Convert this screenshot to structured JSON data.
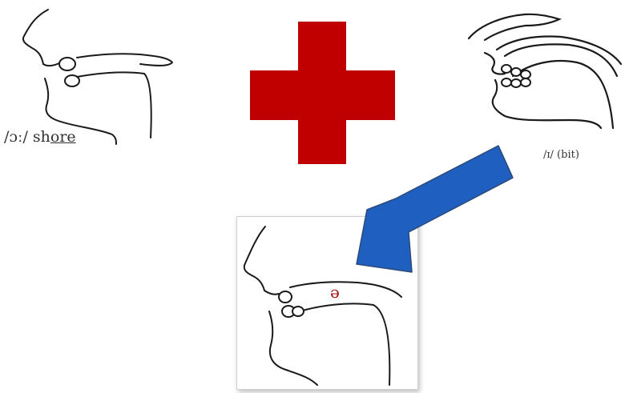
{
  "left_diagram": {
    "label_symbol": "/ɔː/",
    "label_word_start": "sh",
    "label_word_underlined": "ore",
    "label_word_end": ""
  },
  "right_diagram": {
    "label": "/ɪ/ (bit)"
  },
  "result_diagram": {
    "symbol": "ə"
  },
  "colors": {
    "plus": "#c00000",
    "arrow": "#1f5fbf",
    "arrow_outline": "#2b4a7a",
    "schwa": "#a01010",
    "line": "#1a1a1a"
  }
}
